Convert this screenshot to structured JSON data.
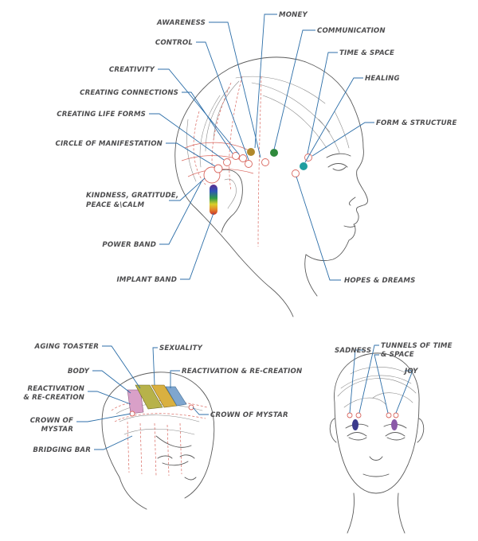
{
  "main_head": {
    "labels": {
      "awareness": "AWARENESS",
      "money": "MONEY",
      "control": "CONTROL",
      "communication": "COMMUNICATION",
      "time_space": "TIME & SPACE",
      "creativity": "CREATIVITY",
      "healing": "HEALING",
      "creating_connections": "CREATING CONNECTIONS",
      "creating_life_forms": "CREATING LIFE FORMS",
      "form_structure": "FORM & STRUCTURE",
      "circle_of_manifestation": "CIRCLE OF MANIFESTATION",
      "kindness_line1": "KINDNESS, GRATITUDE,",
      "kindness_line2": "PEACE &\\CALM",
      "power_band": "POWER BAND",
      "implant_band": "IMPLANT BAND",
      "hopes_dreams": "HOPES & DREAMS"
    },
    "colors": {
      "money": "#b0892c",
      "communication": "#2f8a3c",
      "healing": "#1f9ea0"
    }
  },
  "crown_head": {
    "labels": {
      "aging_toaster": "AGING TOASTER",
      "sexuality": "SEXUALITY",
      "body": "BODY",
      "reactivation_right": "REACTIVATION & RE-CREATION",
      "reactivation_left_line1": "REACTIVATION",
      "reactivation_left_line2": "& RE-CREATION",
      "crown_of_mystar_right": "CROWN OF MYSTAR",
      "crown_left_line1": "CROWN OF",
      "crown_left_line2": "MYSTAR",
      "bridging_bar": "BRIDGING BAR"
    },
    "colors": {
      "body": "#d9a0c8",
      "aging_toaster": "#b7b24a",
      "sexuality": "#d9b040",
      "reactivation": "#7fa6cf"
    }
  },
  "front_face": {
    "labels": {
      "sadness": "SADNESS",
      "tunnels_line1": "TUNNELS OF TIME",
      "tunnels_line2": "& SPACE",
      "joy": "JOY"
    },
    "colors": {
      "sadness": "#3b3a8c",
      "joy": "#8b5aa8"
    }
  }
}
